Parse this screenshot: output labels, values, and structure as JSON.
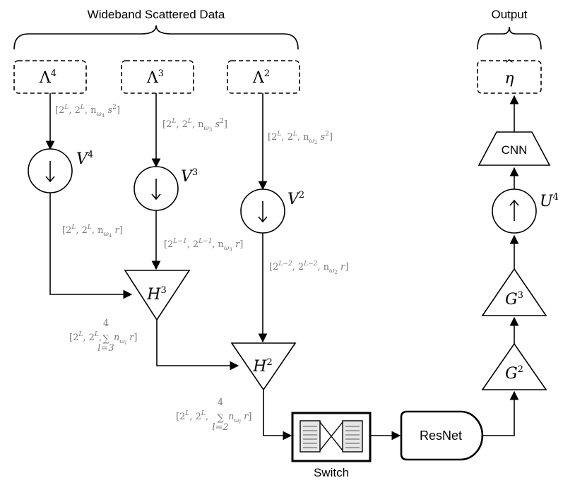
{
  "headers": {
    "input_group": "Wideband Scattered Data",
    "output_group": "Output"
  },
  "inputs": [
    {
      "base": "Λ",
      "sup": "4"
    },
    {
      "base": "Λ",
      "sup": "3"
    },
    {
      "base": "Λ",
      "sup": "2"
    }
  ],
  "output_node": {
    "symbol": "η",
    "accent": "^"
  },
  "downsample_ops": [
    {
      "base": "V",
      "sup": "4"
    },
    {
      "base": "V",
      "sup": "3"
    },
    {
      "base": "V",
      "sup": "2"
    }
  ],
  "merge_ops": [
    {
      "base": "H",
      "sup": "3"
    },
    {
      "base": "H",
      "sup": "2"
    }
  ],
  "upsample_op": {
    "base": "U",
    "sup": "4"
  },
  "decoder_ops": [
    {
      "base": "G",
      "sup": "3"
    },
    {
      "base": "G",
      "sup": "2"
    }
  ],
  "blocks": {
    "cnn": "CNN",
    "resnet": "ResNet",
    "switch": "Switch"
  },
  "dimension_labels": {
    "in4": {
      "lead": "[2",
      "p1": "L",
      "mid": ", 2",
      "p2": "L",
      "sep": ", n",
      "sub": "ω",
      "subsub": "4",
      "tail": " s",
      "tailsup": "2",
      "close": "]"
    },
    "in3": {
      "lead": "[2",
      "p1": "L",
      "mid": ", 2",
      "p2": "L",
      "sep": ", n",
      "sub": "ω",
      "subsub": "3",
      "tail": " s",
      "tailsup": "2",
      "close": "]"
    },
    "in2": {
      "lead": "[2",
      "p1": "L",
      "mid": ", 2",
      "p2": "L",
      "sep": ", n",
      "sub": "ω",
      "subsub": "2",
      "tail": " s",
      "tailsup": "2",
      "close": "]"
    },
    "v4out": {
      "lead": "[2",
      "p1": "L",
      "mid": ", 2",
      "p2": "L",
      "sep": ", n",
      "sub": "ω",
      "subsub": "4",
      "tail": " r",
      "close": "]"
    },
    "v3out": {
      "lead": "[2",
      "p1": "L−1",
      "mid": ", 2",
      "p2": "L−1",
      "sep": ", n",
      "sub": "ω",
      "subsub": "3",
      "tail": " r",
      "close": "]"
    },
    "v2out": {
      "lead": "[2",
      "p1": "L−2",
      "mid": ", 2",
      "p2": "L−2",
      "sep": ", n",
      "sub": "ω",
      "subsub": "2",
      "tail": " r",
      "close": "]"
    },
    "h3out": {
      "lead": "[2",
      "p1": "L",
      "mid": ", 2",
      "p2": "L",
      "sep": ",",
      "sum_top": "4",
      "sum_bottom": "l=3",
      "sum": "∑",
      "after": "n",
      "sub": "ω",
      "subsub": "l",
      "tail": " r",
      "close": "]"
    },
    "h2out": {
      "lead": "[2",
      "p1": "L",
      "mid": ", 2",
      "p2": "L",
      "sep": ",",
      "sum_top": "4",
      "sum_bottom": "l=2",
      "sum": "∑",
      "after": "n",
      "sub": "ω",
      "subsub": "l",
      "tail": " r",
      "close": "]"
    }
  },
  "colors": {
    "stroke": "#000000",
    "dim_text": "#7a7a7a",
    "switch_fill": "#e6e6e6"
  }
}
